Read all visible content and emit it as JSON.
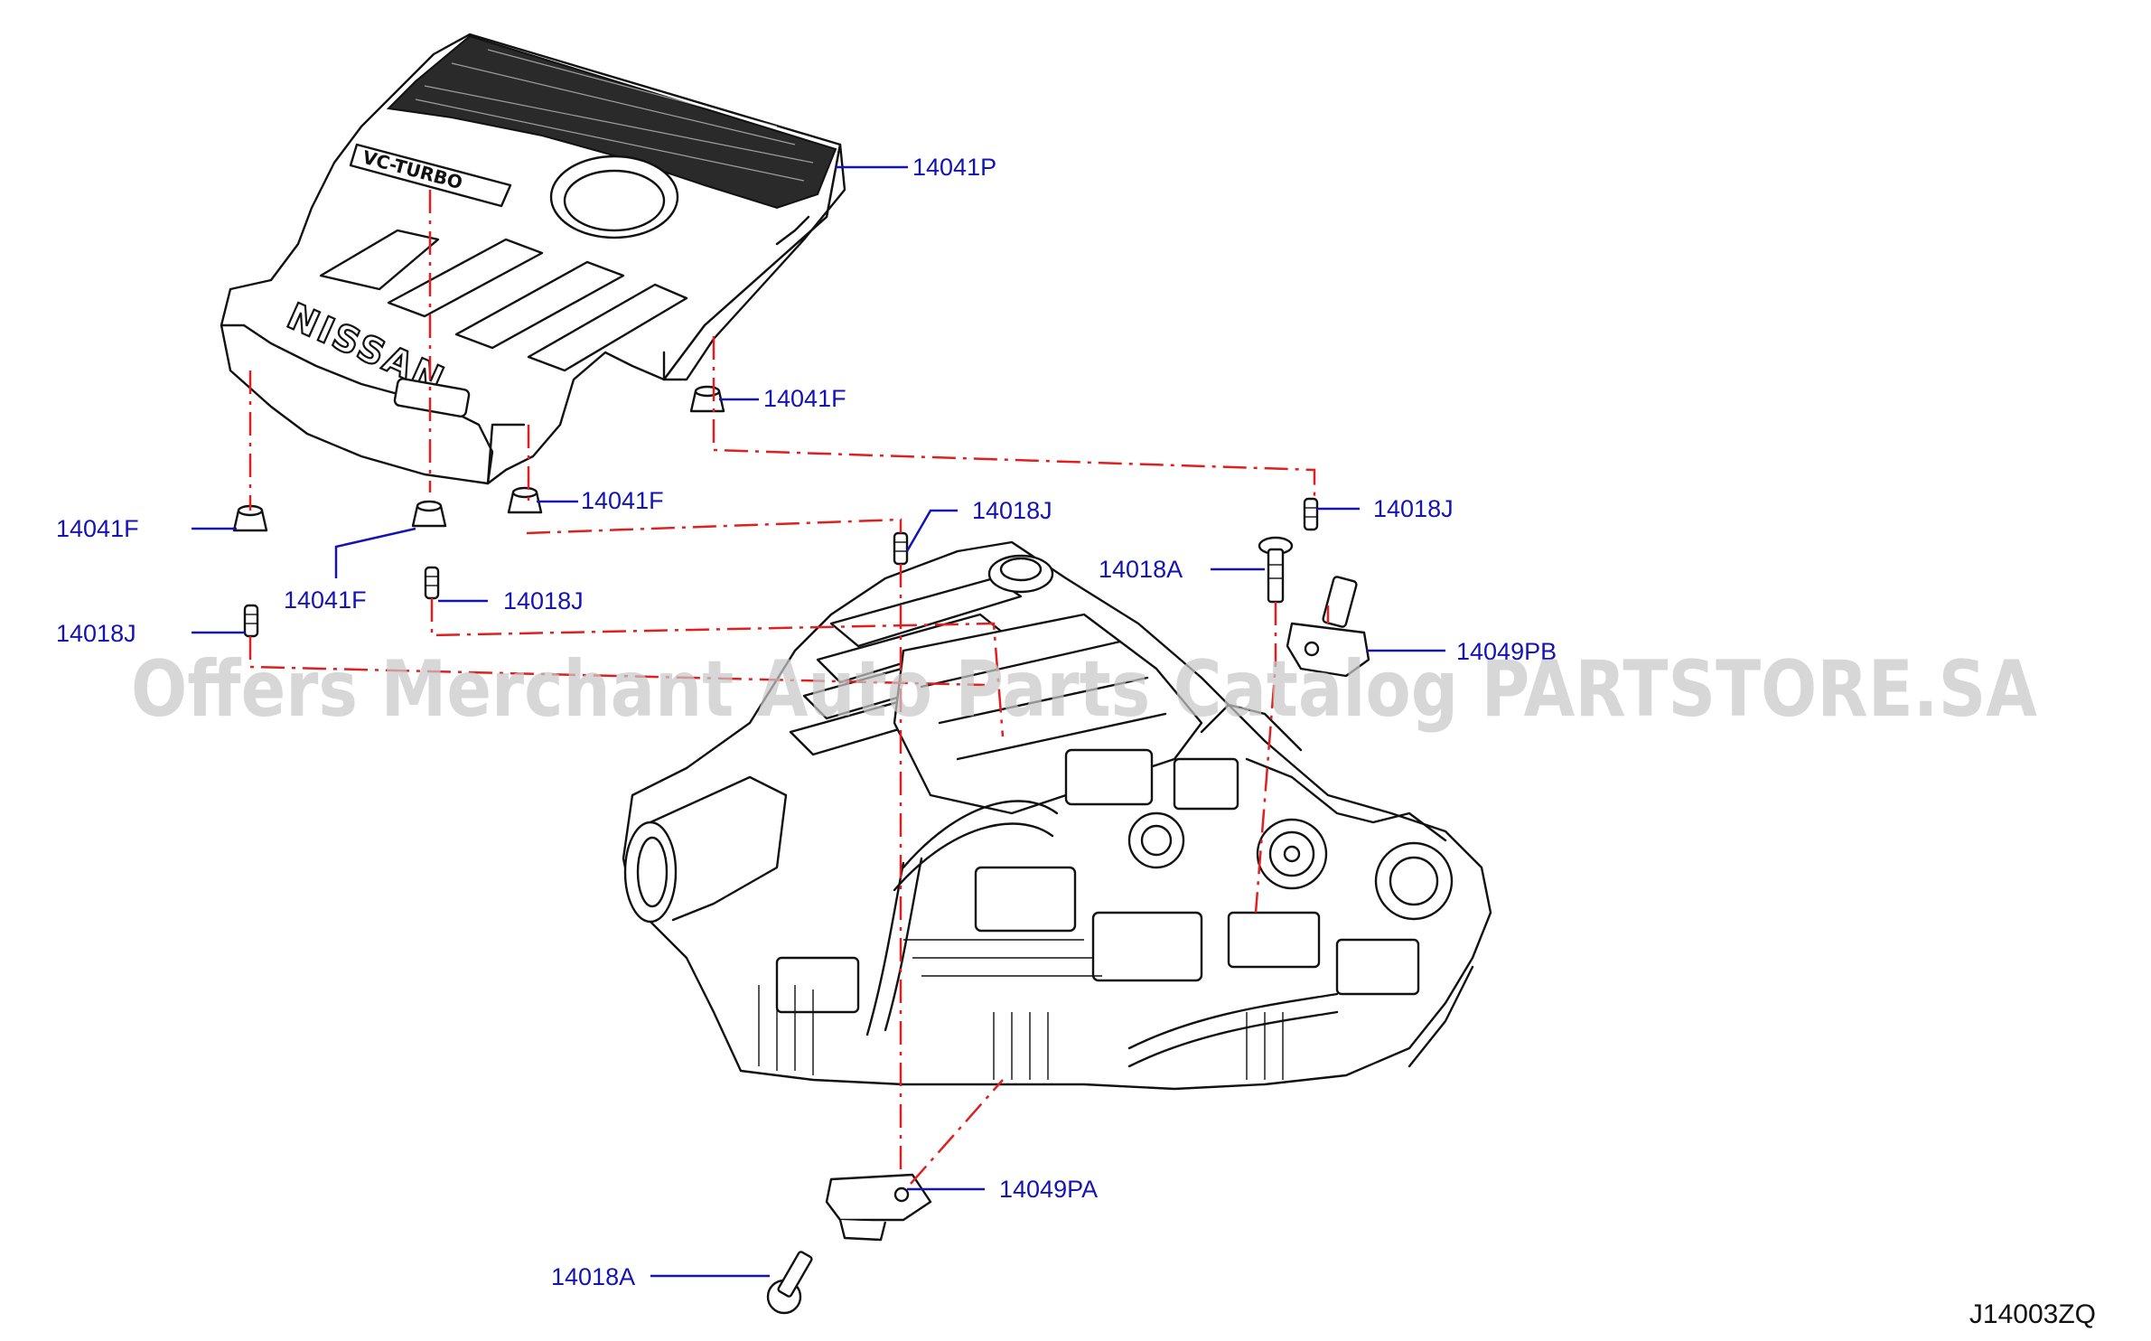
{
  "diagram": {
    "drawing_code": "J14003ZQ",
    "watermark": "Offers Merchant Auto Parts Catalog PARTSTORE.SA",
    "cover_brand": "NISSAN",
    "cover_badge": "VC-TURBO",
    "parts": [
      {
        "id": "p1",
        "label": "14041P"
      },
      {
        "id": "p2",
        "label": "14041F"
      },
      {
        "id": "p3",
        "label": "14041F"
      },
      {
        "id": "p4",
        "label": "14041F"
      },
      {
        "id": "p5",
        "label": "14041F"
      },
      {
        "id": "p6",
        "label": "14018J"
      },
      {
        "id": "p7",
        "label": "14018J"
      },
      {
        "id": "p8",
        "label": "14018J"
      },
      {
        "id": "p9",
        "label": "14018J"
      },
      {
        "id": "p10",
        "label": "14018A"
      },
      {
        "id": "p11",
        "label": "14049PB"
      },
      {
        "id": "p12",
        "label": "14049PA"
      },
      {
        "id": "p13",
        "label": "14018A"
      }
    ],
    "colors": {
      "label_text": "#1414b4",
      "leader_line": "#1414b4",
      "assembly_line": "#e02020",
      "drawing_ink": "#111111",
      "watermark": "#c8c8c8"
    }
  }
}
